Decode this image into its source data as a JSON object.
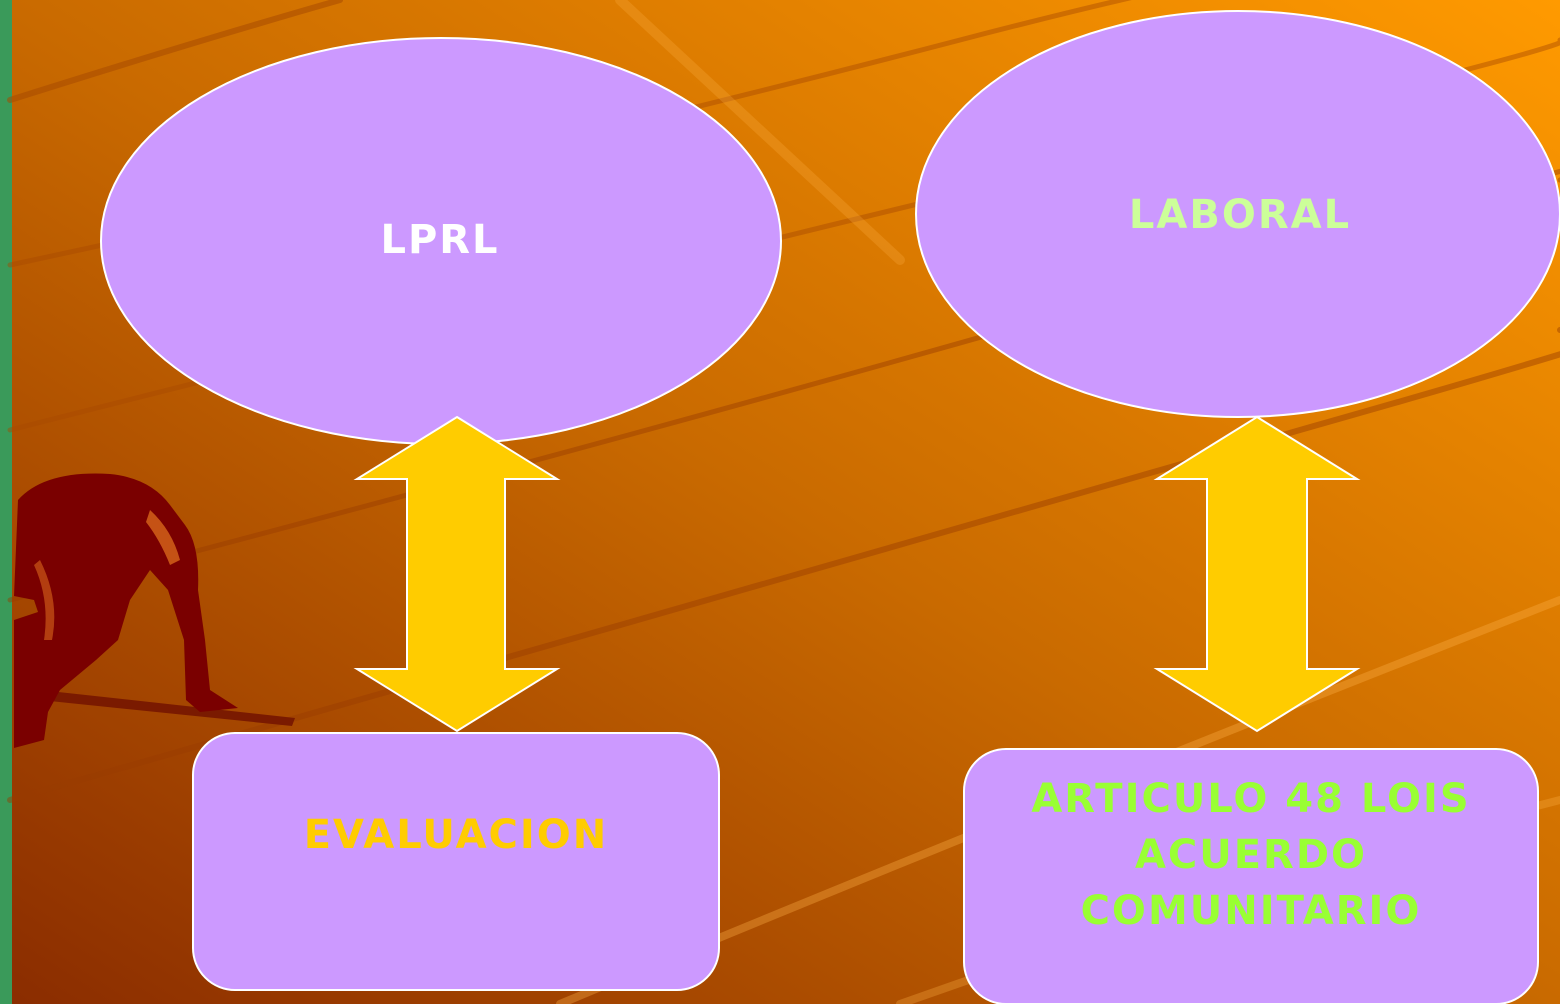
{
  "slide": {
    "colors": {
      "background_light": "#ff9900",
      "background_dark": "#8a2c00",
      "left_strip": "#3a9a5a",
      "shape_fill": "#cc99ff",
      "arrow_fill": "#ffcc00",
      "runner": "#7a0000"
    },
    "illustration": "sprinter-at-starting-blocks",
    "left_node": {
      "ellipse_label": "LPRL",
      "box_label": "EVALUACION",
      "connector": "double-headed-vertical-arrow"
    },
    "right_node": {
      "ellipse_label": "LABORAL",
      "box_lines": [
        "ARTICULO 48 LOIS",
        "ACUERDO",
        "COMUNITARIO"
      ],
      "connector": "double-headed-vertical-arrow"
    }
  }
}
